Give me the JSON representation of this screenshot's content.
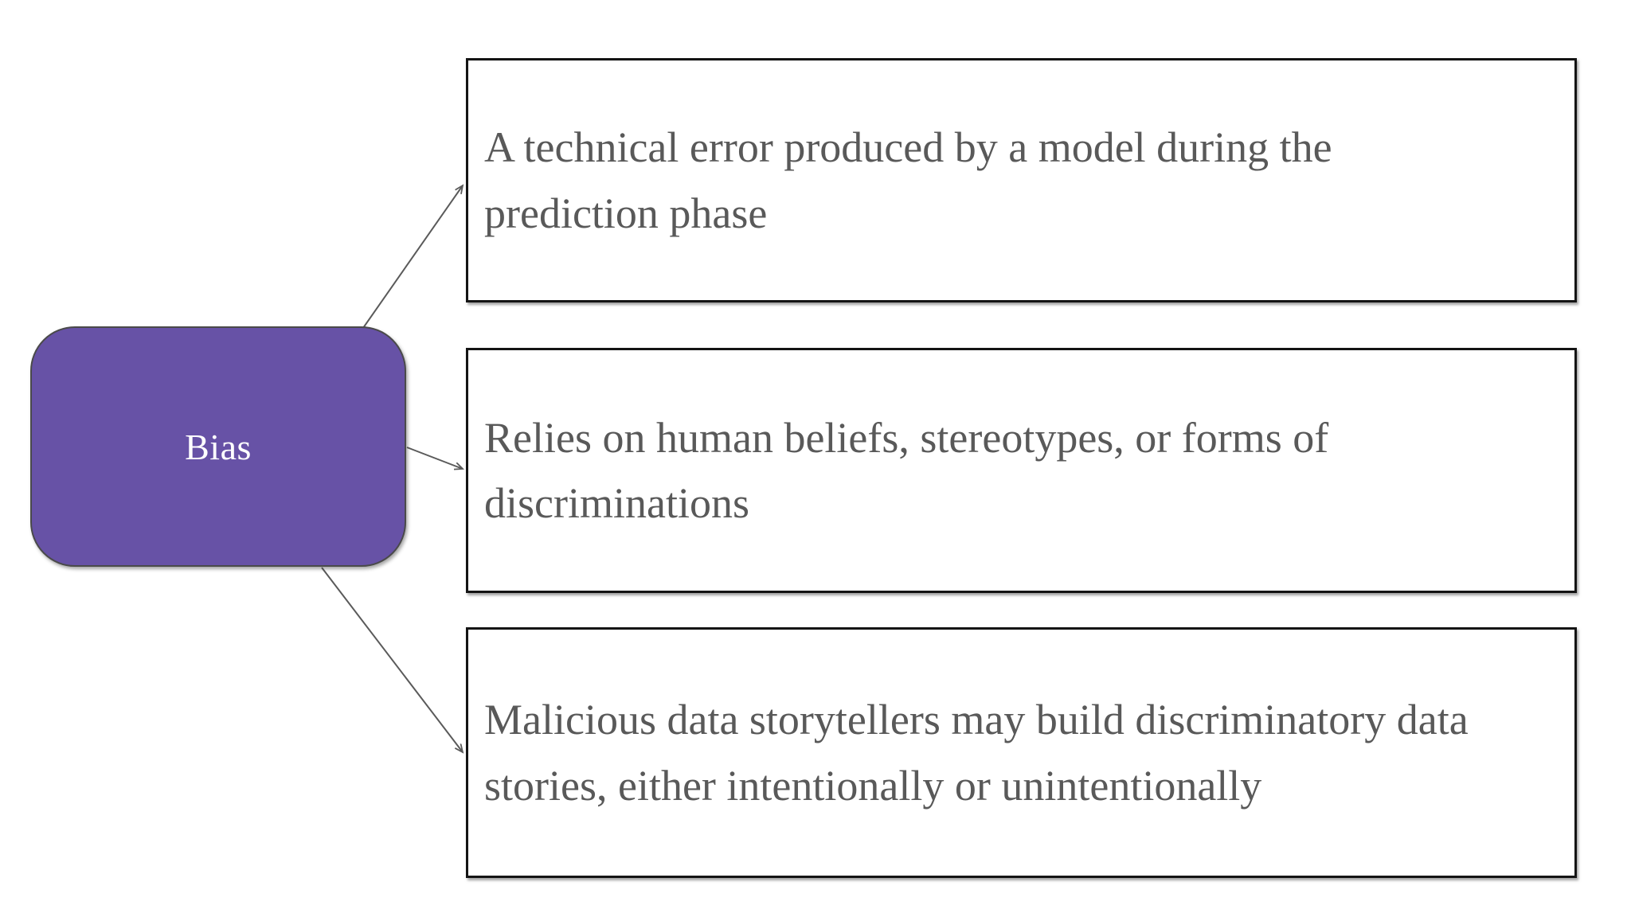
{
  "diagram": {
    "node": {
      "label": "Bias"
    },
    "branches": [
      {
        "text": "A technical error produced by a model during the prediction phase"
      },
      {
        "text": "Relies on human beliefs, stereotypes, or forms of discriminations"
      },
      {
        "text": "Malicious data storytellers may build discriminatory data stories, either intentionally or unintentionally"
      }
    ],
    "colors": {
      "node_fill": "#6752A6",
      "node_text": "#ffffff",
      "node_border": "#4a4a4a",
      "box_border": "#141414",
      "box_fill": "#ffffff",
      "text": "#595959",
      "arrow": "#5a5a5a",
      "background": "#ffffff"
    }
  }
}
